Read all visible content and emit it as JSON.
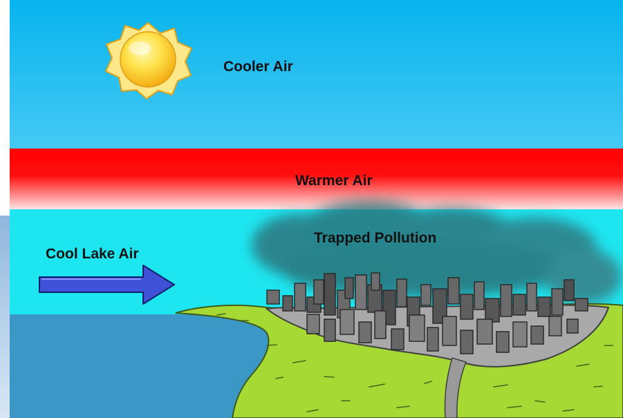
{
  "labels": {
    "cooler_air": "Cooler Air",
    "warmer_air": "Warmer Air",
    "trapped_pollution": "Trapped Pollution",
    "cool_lake_air": "Cool Lake Air"
  },
  "colors": {
    "sky_top": "#07b4ee",
    "sky_bottom": "#45c9f4",
    "warm_band_top": "#ff0000",
    "warm_band_bottom": "#ffe4e4",
    "lower_air": "#1ee6f0",
    "lake": "#3a97c6",
    "land": "#a6d934",
    "city_ground": "#a9a9a9",
    "buildings": "#5a5a5a",
    "pollution": "#2f6b73",
    "arrow": "#3f51d6",
    "sun": "#ffd21a"
  },
  "icons": {
    "sun": "sun-icon",
    "wind_arrow": "right-arrow-icon"
  }
}
